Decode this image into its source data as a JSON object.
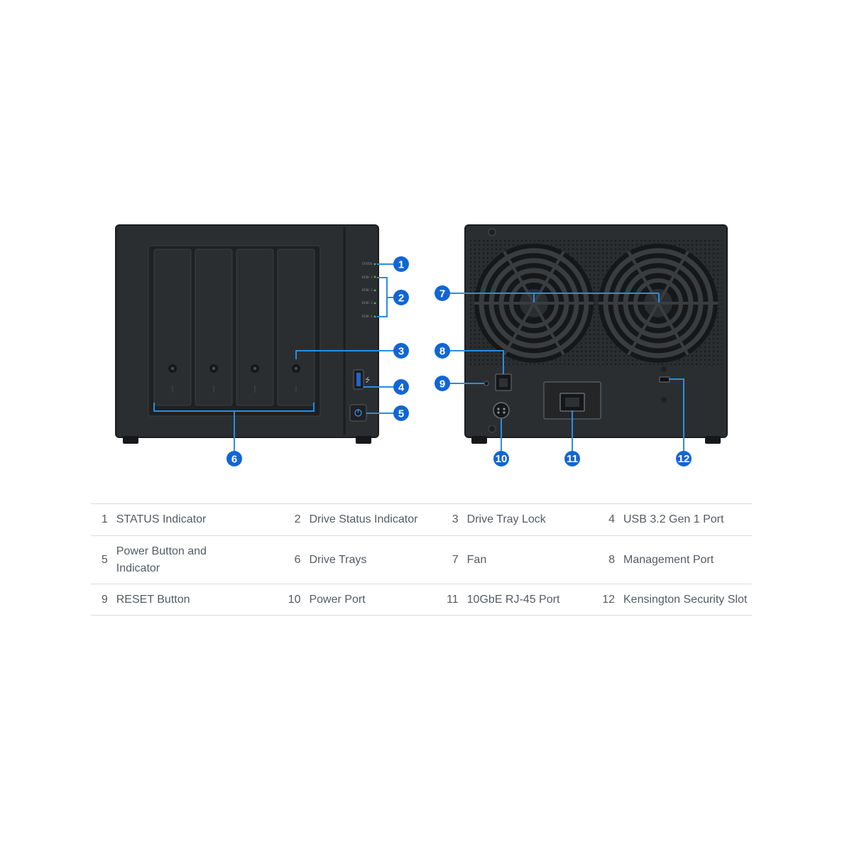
{
  "callouts": [
    "1",
    "2",
    "3",
    "4",
    "5",
    "6",
    "7",
    "8",
    "9",
    "10",
    "11",
    "12"
  ],
  "led_labels": [
    "STATUS",
    "DISK 1",
    "DISK 2",
    "DISK 3",
    "DISK 4"
  ],
  "legend": [
    [
      {
        "num": "1",
        "label": "STATUS Indicator"
      },
      {
        "num": "2",
        "label": "Drive Status Indicator"
      },
      {
        "num": "3",
        "label": "Drive Tray Lock"
      },
      {
        "num": "4",
        "label": "USB 3.2 Gen 1 Port"
      }
    ],
    [
      {
        "num": "5",
        "label": "Power Button and Indicator"
      },
      {
        "num": "6",
        "label": "Drive Trays"
      },
      {
        "num": "7",
        "label": "Fan"
      },
      {
        "num": "8",
        "label": "Management Port"
      }
    ],
    [
      {
        "num": "9",
        "label": "RESET Button"
      },
      {
        "num": "10",
        "label": "Power Port"
      },
      {
        "num": "11",
        "label": "10GbE RJ-45 Port"
      },
      {
        "num": "12",
        "label": "Kensington Security Slot"
      }
    ]
  ],
  "colors": {
    "callout_fill": "#1166d4",
    "leader_line": "#2a8ee0",
    "chassis": "#2b2e31",
    "chassis_dark": "#1e2022",
    "led": "#3fc060",
    "table_rule": "#d8dbdf",
    "table_text": "#555b61"
  }
}
